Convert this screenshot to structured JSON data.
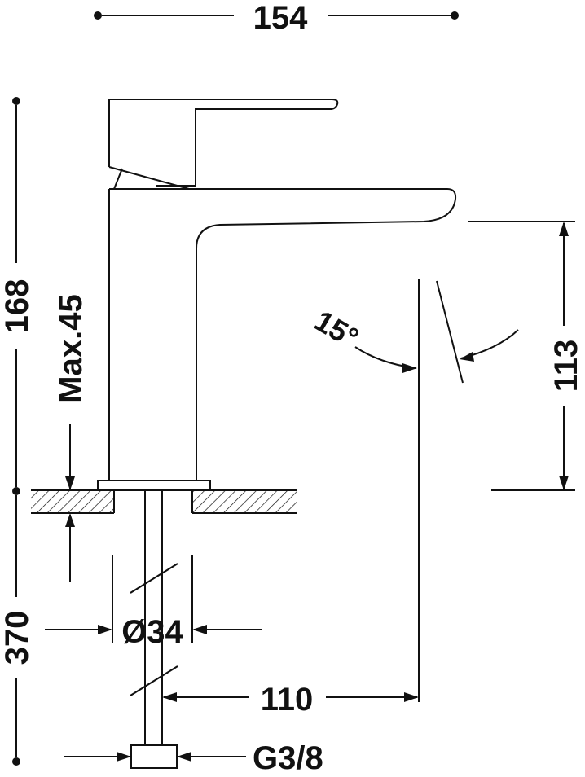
{
  "dimensions": {
    "width_label": "154",
    "total_height_label": "168",
    "spout_height_label": "113",
    "max_deck_label": "Max.45",
    "angle_label": "15°",
    "diameter_label": "Ø34",
    "hose_length_label": "370",
    "reach_label": "110",
    "thread_label": "G3/8"
  }
}
